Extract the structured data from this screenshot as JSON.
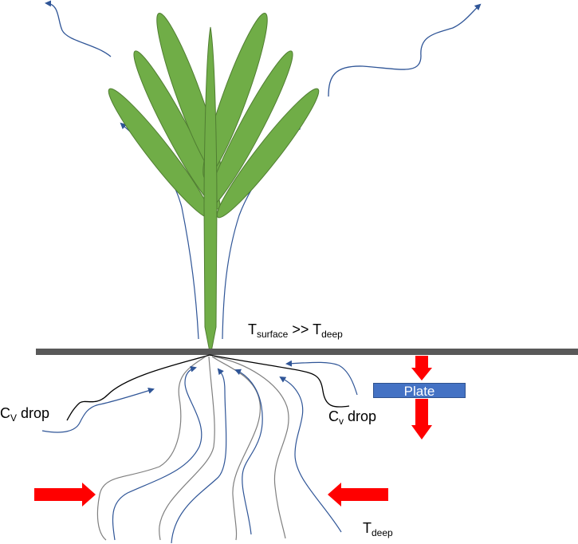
{
  "diagram": {
    "title_relation": {
      "lhs_symbol": "T",
      "lhs_sub": "surface",
      "operator": ">>",
      "rhs_symbol": "T",
      "rhs_sub": "deep"
    },
    "cv_drop_left": {
      "symbol": "C",
      "sub": "V",
      "text": "drop"
    },
    "cv_drop_right": {
      "symbol": "C",
      "sub": "v",
      "text": "drop"
    },
    "t_deep": {
      "symbol": "T",
      "sub": "deep"
    },
    "plate": {
      "label": "Plate"
    },
    "colors": {
      "leaf_fill": "#70ad47",
      "leaf_stroke": "#507e32",
      "ground": "#595959",
      "flow_blue": "#2f5597",
      "contour_gray": "#7f7f7f",
      "arrow_red": "#ff0000",
      "plate_fill": "#4472c4"
    }
  }
}
